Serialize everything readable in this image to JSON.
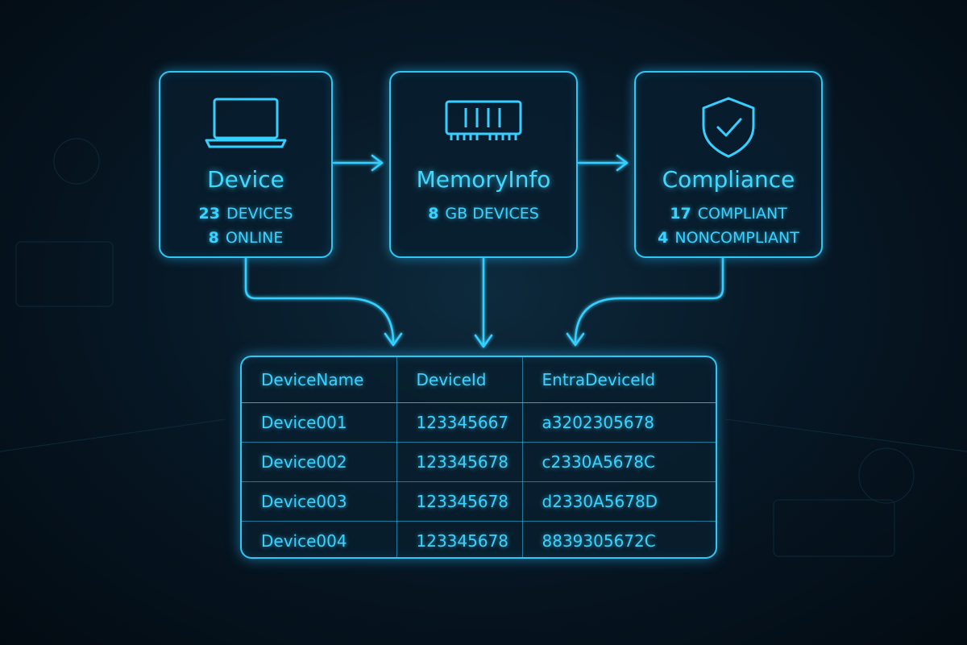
{
  "nodes": [
    {
      "id": "device",
      "title": "Device",
      "icon": "laptop-icon",
      "stats": [
        {
          "value": "23",
          "label": "DEVICES"
        },
        {
          "value": "8",
          "label": "ONLINE"
        }
      ]
    },
    {
      "id": "memory",
      "title": "MemoryInfo",
      "icon": "memory-chip-icon",
      "stats": [
        {
          "value": "8",
          "label": "GB DEVICES"
        }
      ]
    },
    {
      "id": "compliance",
      "title": "Compliance",
      "icon": "shield-check-icon",
      "stats": [
        {
          "value": "17",
          "label": "COMPLIANT"
        },
        {
          "value": "4",
          "label": "NONCOMPLIANT"
        }
      ]
    }
  ],
  "edges": [
    {
      "from": "device",
      "to": "memory"
    },
    {
      "from": "memory",
      "to": "compliance"
    },
    {
      "from": "device",
      "to": "table"
    },
    {
      "from": "memory",
      "to": "table"
    },
    {
      "from": "compliance",
      "to": "table"
    }
  ],
  "table": {
    "columns": [
      "DeviceName",
      "DeviceId",
      "EntraDeviceId"
    ],
    "rows": [
      [
        "Device001",
        "123345667",
        "a3202305678"
      ],
      [
        "Device002",
        "123345678",
        "c2330A5678C"
      ],
      [
        "Device003",
        "123345678",
        "d2330A5678D"
      ],
      [
        "Device004",
        "123345678",
        "8839305672C"
      ]
    ]
  },
  "colors": {
    "accent": "#2ec8f2",
    "text": "#3ad2ff",
    "background": "#071826"
  }
}
